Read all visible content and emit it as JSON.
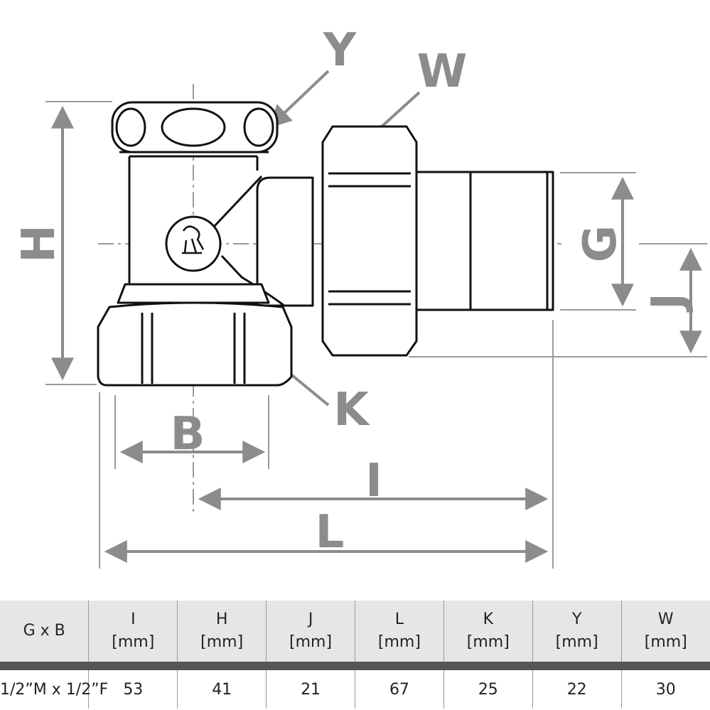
{
  "diagram": {
    "labels": {
      "Y": "Y",
      "W": "W",
      "H": "H",
      "G": "G",
      "J": "J",
      "K": "K",
      "B": "B",
      "I": "I",
      "L": "L"
    }
  },
  "table": {
    "headers": [
      {
        "name": "G x B",
        "unit": ""
      },
      {
        "name": "I",
        "unit": "[mm]"
      },
      {
        "name": "H",
        "unit": "[mm]"
      },
      {
        "name": "J",
        "unit": "[mm]"
      },
      {
        "name": "L",
        "unit": "[mm]"
      },
      {
        "name": "K",
        "unit": "[mm]"
      },
      {
        "name": "Y",
        "unit": "[mm]"
      },
      {
        "name": "W",
        "unit": "[mm]"
      }
    ],
    "row": [
      "1/2”M x 1/2”F",
      "53",
      "41",
      "21",
      "67",
      "25",
      "22",
      "30"
    ]
  }
}
